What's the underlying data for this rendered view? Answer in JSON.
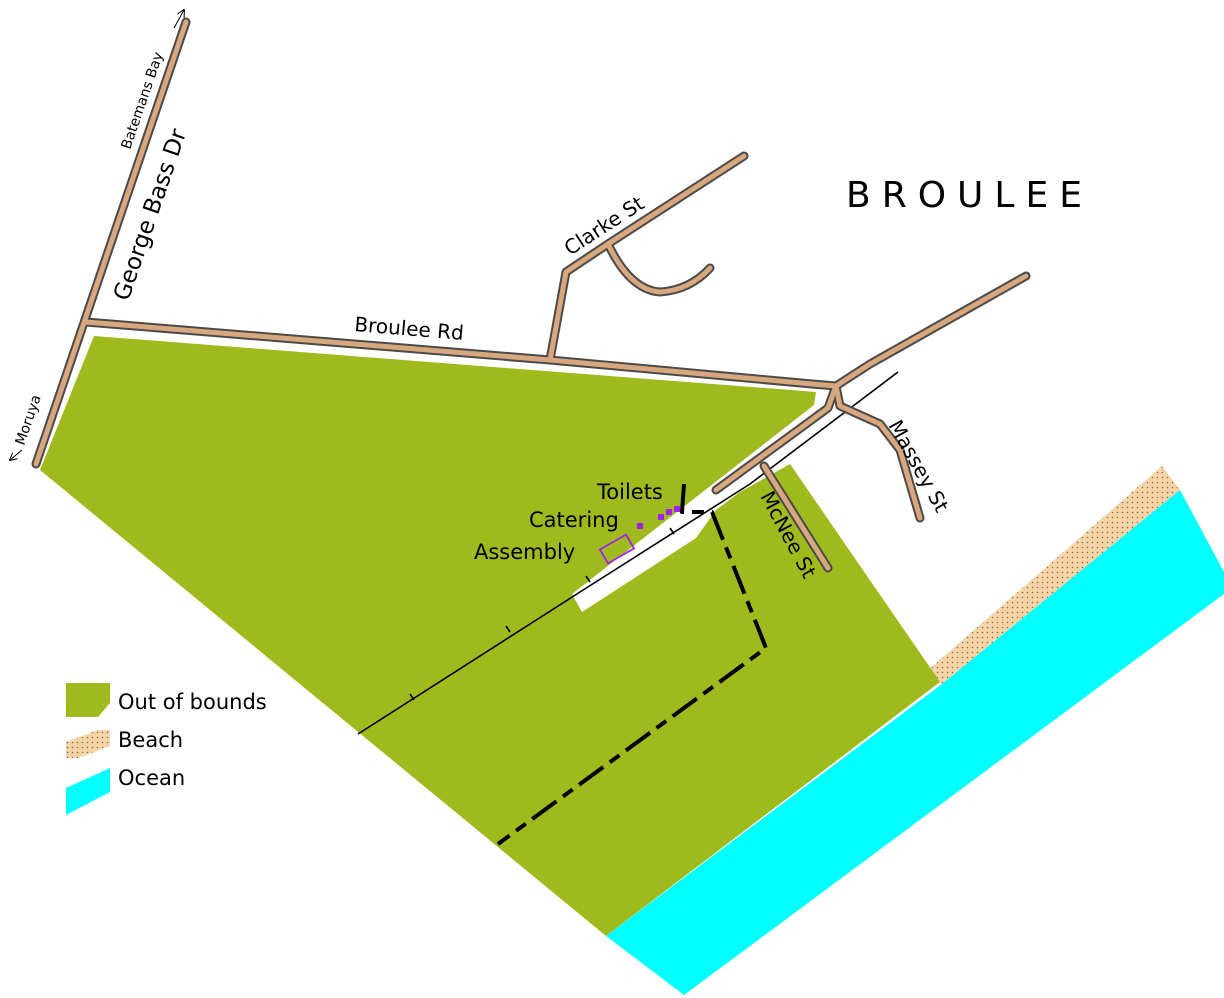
{
  "map": {
    "place_name": "BROULEE",
    "roads": {
      "george_bass_dr": "George Bass Dr",
      "broulee_rd": "Broulee Rd",
      "clarke_st": "Clarke St",
      "massey_st": "Massey St",
      "mcnee_st": "McNee St"
    },
    "directions": {
      "batemans_bay": "Batemans Bay",
      "moruya": "Moruya"
    },
    "facilities": {
      "toilets": "Toilets",
      "catering": "Catering",
      "assembly": "Assembly"
    },
    "facility_color": "#a020f0"
  },
  "legend": {
    "items": [
      {
        "label": "Out of bounds",
        "color": "#9fba1d"
      },
      {
        "label": "Beach",
        "color": "#f5d5a8"
      },
      {
        "label": "Ocean",
        "color": "#00ffff"
      }
    ]
  },
  "colors": {
    "out_of_bounds": "#9fba1d",
    "beach": "#f5d5a8",
    "ocean": "#00ffff",
    "road": "#d9a77e"
  }
}
